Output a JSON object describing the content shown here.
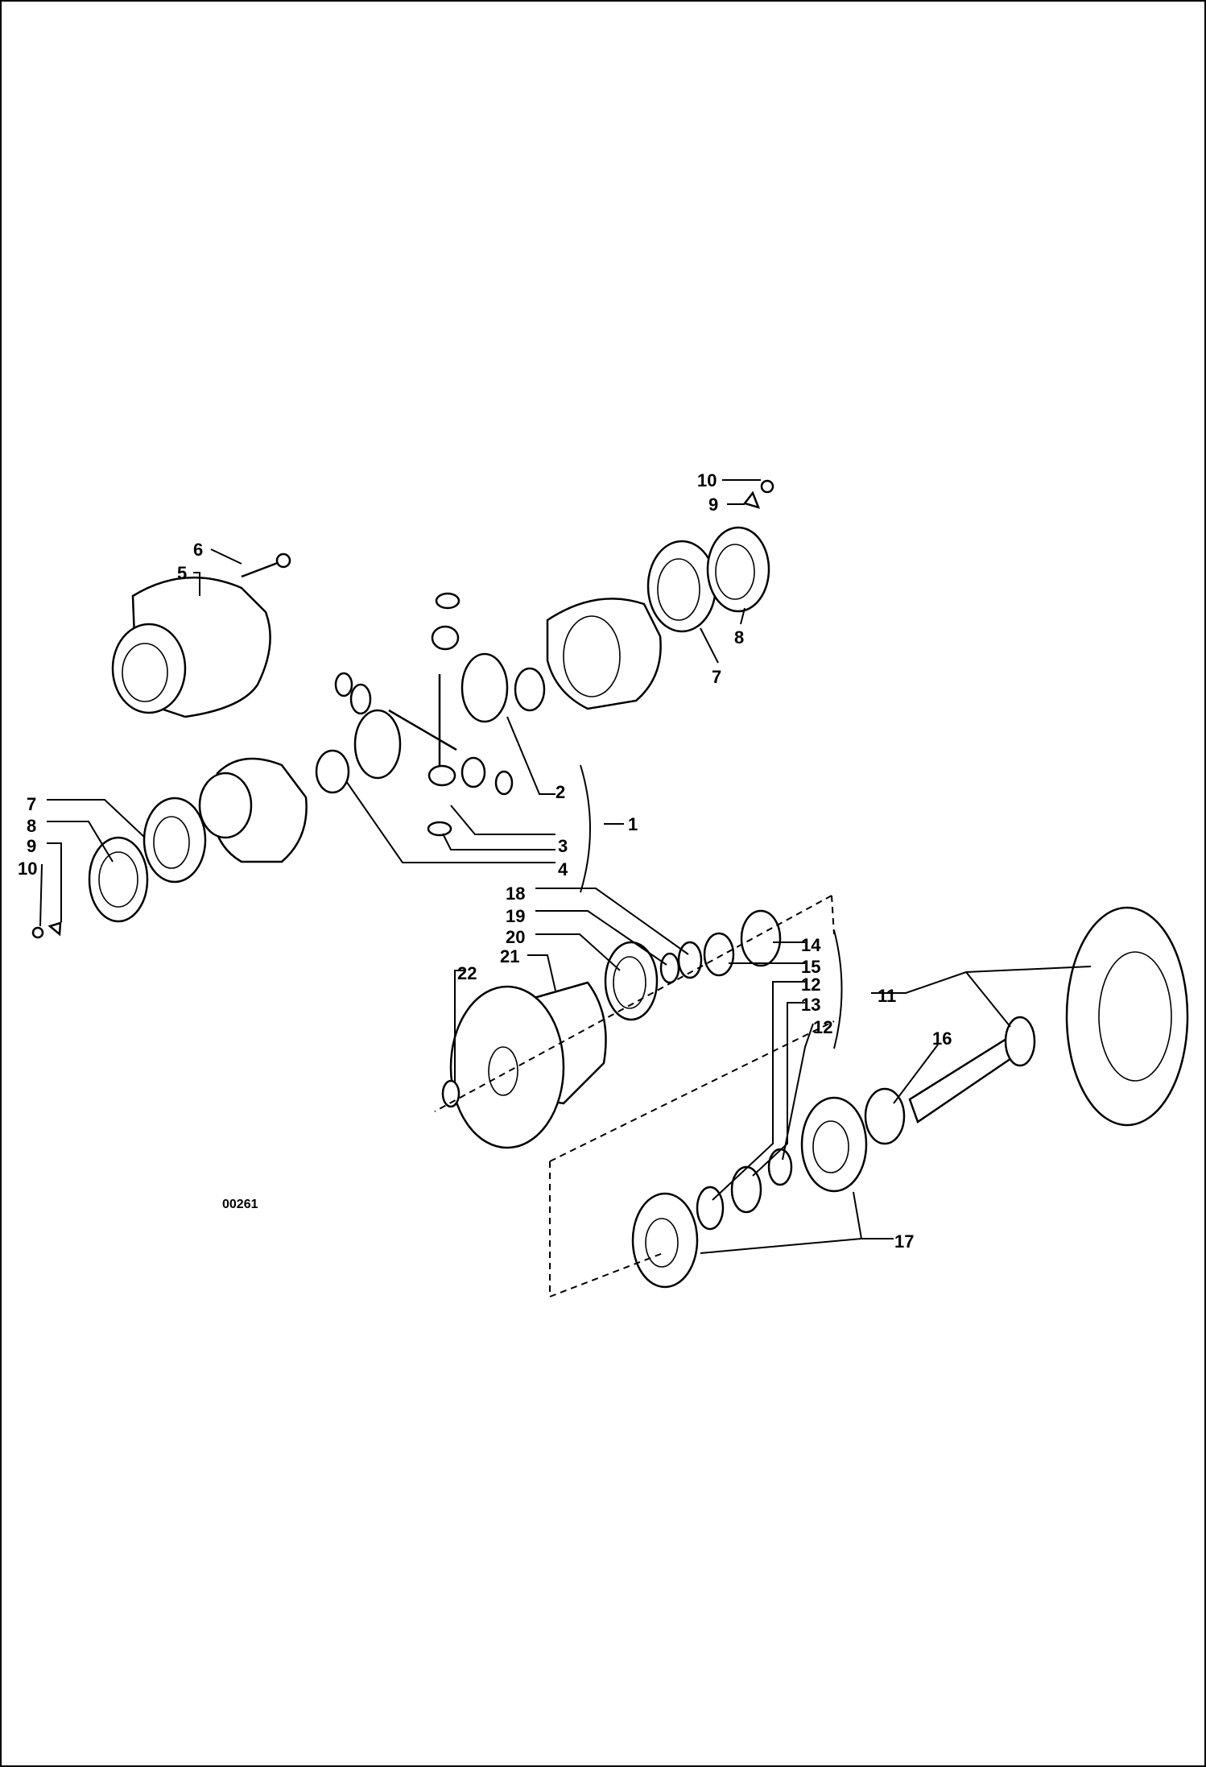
{
  "drawing": {
    "code": "00261",
    "callouts": [
      {
        "id": "c10a",
        "text": "10"
      },
      {
        "id": "c9a",
        "text": "9"
      },
      {
        "id": "c6",
        "text": "6"
      },
      {
        "id": "c5",
        "text": "5"
      },
      {
        "id": "c8a",
        "text": "8"
      },
      {
        "id": "c7a",
        "text": "7"
      },
      {
        "id": "c2",
        "text": "2"
      },
      {
        "id": "c1",
        "text": "1"
      },
      {
        "id": "c3",
        "text": "3"
      },
      {
        "id": "c4",
        "text": "4"
      },
      {
        "id": "c7b",
        "text": "7"
      },
      {
        "id": "c8b",
        "text": "8"
      },
      {
        "id": "c9b",
        "text": "9"
      },
      {
        "id": "c10b",
        "text": "10"
      },
      {
        "id": "c18",
        "text": "18"
      },
      {
        "id": "c19",
        "text": "19"
      },
      {
        "id": "c20",
        "text": "20"
      },
      {
        "id": "c21",
        "text": "21"
      },
      {
        "id": "c22",
        "text": "22"
      },
      {
        "id": "c14",
        "text": "14"
      },
      {
        "id": "c15",
        "text": "15"
      },
      {
        "id": "c12a",
        "text": "12"
      },
      {
        "id": "c13",
        "text": "13"
      },
      {
        "id": "c12b",
        "text": "12"
      },
      {
        "id": "c11",
        "text": "11"
      },
      {
        "id": "c16",
        "text": "16"
      },
      {
        "id": "c17",
        "text": "17"
      }
    ]
  }
}
